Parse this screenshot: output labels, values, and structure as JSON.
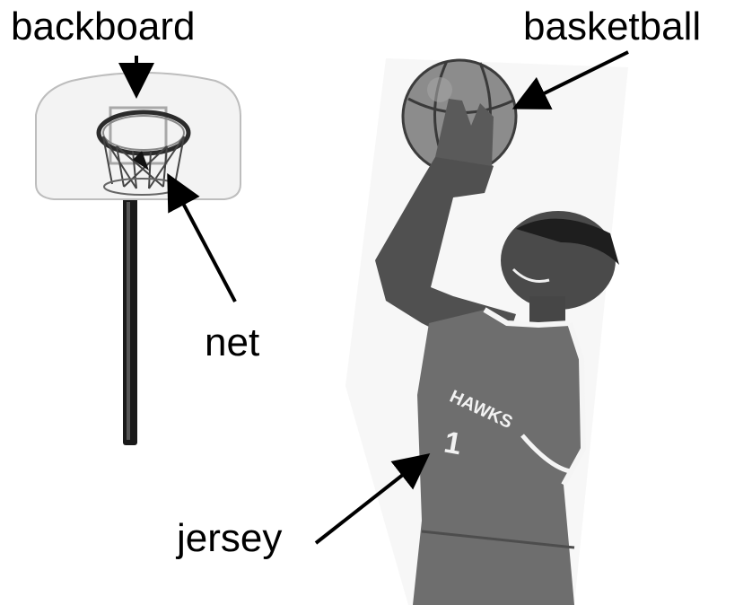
{
  "labels": {
    "backboard": "backboard",
    "basketball": "basketball",
    "net": "net",
    "jersey": "jersey"
  },
  "jersey_print": {
    "team_text": "HAWKS",
    "number": "1"
  },
  "colors": {
    "ink": "#000000",
    "background": "#ffffff",
    "photo_gray": "#6e6e6e"
  }
}
